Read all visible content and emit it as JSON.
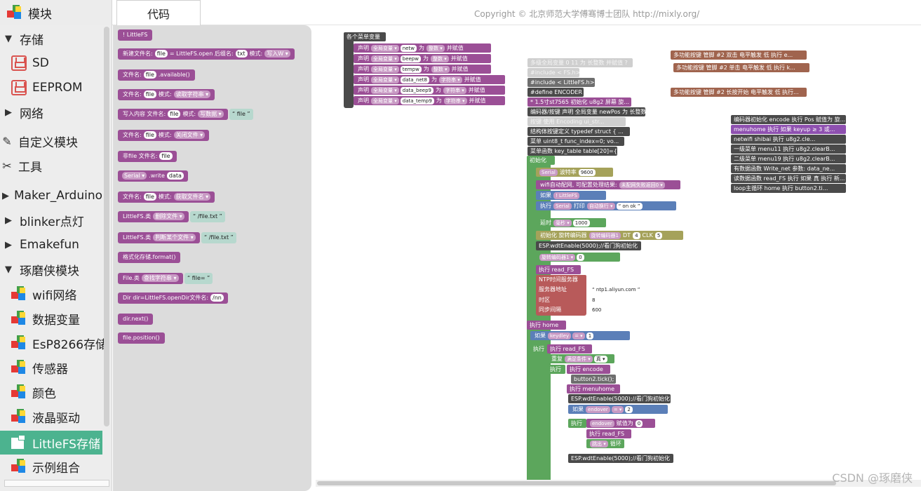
{
  "header": {
    "modules_title": "模块",
    "code_tab": "代码",
    "copyright": "Copyright © 北京师范大学傅骞博士团队 http://mixly.org/"
  },
  "sidebar": {
    "items": [
      {
        "label": "存储",
        "kind": "expanded",
        "icon": "chevron-down-icon"
      },
      {
        "label": "SD",
        "kind": "child",
        "icon": "save-icon"
      },
      {
        "label": "EEPROM",
        "kind": "child",
        "icon": "save-icon"
      },
      {
        "label": "网络",
        "kind": "collapsed",
        "icon": "chevron-right-icon"
      },
      {
        "label": "自定义模块",
        "kind": "tool",
        "icon": "ruler-pencil-icon"
      },
      {
        "label": "工具",
        "kind": "tool",
        "icon": "tools-icon"
      },
      {
        "label": "Maker_Arduino",
        "kind": "collapsed",
        "icon": "chevron-right-icon"
      },
      {
        "label": "blinker点灯",
        "kind": "collapsed",
        "icon": "chevron-right-icon"
      },
      {
        "label": "Emakefun",
        "kind": "collapsed",
        "icon": "chevron-right-icon"
      },
      {
        "label": "琢磨侠模块",
        "kind": "expanded",
        "icon": "chevron-down-icon"
      },
      {
        "label": "wifi网络",
        "kind": "child",
        "icon": "blocks-icon"
      },
      {
        "label": "数据变量",
        "kind": "child",
        "icon": "blocks-icon"
      },
      {
        "label": "EsP8266存储",
        "kind": "child",
        "icon": "blocks-icon"
      },
      {
        "label": "传感器",
        "kind": "child",
        "icon": "blocks-icon"
      },
      {
        "label": "颜色",
        "kind": "child",
        "icon": "blocks-icon"
      },
      {
        "label": "液晶驱动",
        "kind": "child",
        "icon": "blocks-icon"
      },
      {
        "label": "LittleFS存储",
        "kind": "selected",
        "icon": "blocks-icon"
      },
      {
        "label": "示例组合",
        "kind": "child",
        "icon": "blocks-icon"
      }
    ]
  },
  "flyout": {
    "blocks": [
      {
        "parts": [
          "! LittleFS"
        ]
      },
      {
        "parts": [
          "新建文件名:",
          "[file]",
          "= LittleFS.open 后缀名:",
          "[txt]",
          "模式:",
          "{写入W ▾}"
        ]
      },
      {
        "parts": [
          "文件名:",
          "[file]",
          ".available()"
        ]
      },
      {
        "parts": [
          "文件名:",
          "[file]",
          "模式:",
          "{读取字符串 ▾}"
        ]
      },
      {
        "parts": [
          "写入内容 文件名:",
          "[file]",
          "模式:",
          "{写数据 ▾}"
        ],
        "string": "“ file ”"
      },
      {
        "parts": [
          "文件名:",
          "[file]",
          "模式:",
          "{关闭文件 ▾}"
        ]
      },
      {
        "parts": [
          "非file 文件名:",
          "[file]"
        ]
      },
      {
        "parts": [
          "{Serial ▾}",
          ".write",
          "[data]"
        ]
      },
      {
        "parts": [
          "文件名:",
          "[file]",
          "模式:",
          "{获取文件名 ▾}"
        ]
      },
      {
        "parts": [
          "LittleFS.类",
          "{删除文件 ▾}"
        ],
        "string": "“ /file.txt ”"
      },
      {
        "parts": [
          "LittleFS.类",
          "{判断某个文件 ▾}"
        ],
        "string": "“ /file.txt ”"
      },
      {
        "parts": [
          "格式化存储.format()"
        ]
      },
      {
        "parts": [
          "File.类",
          "{查找字符串 ▾}"
        ],
        "string": "“ file= ”"
      },
      {
        "parts": [
          "Dir dir=LittleFS.openDir文件名:",
          "[/nn]"
        ]
      },
      {
        "parts": [
          "dir.next()"
        ]
      },
      {
        "parts": [
          "file.position()"
        ]
      }
    ]
  },
  "workspace": {
    "var_group": {
      "title": "各个菜单变量",
      "rows": [
        [
          "声明",
          "全局变量 ▾",
          "netw",
          "为",
          "整数 ▾",
          "并赋值"
        ],
        [
          "声明",
          "全局变量 ▾",
          "beepw",
          "为",
          "整数 ▾",
          "并赋值"
        ],
        [
          "声明",
          "全局变量 ▾",
          "tempw",
          "为",
          "整数 ▾",
          "并赋值"
        ],
        [
          "声明",
          "全局变量 ▾",
          "data_net8",
          "为",
          "字符串 ▾",
          "并赋值"
        ],
        [
          "声明",
          "全局变量 ▾",
          "data_beep9",
          "为",
          "字符串 ▾",
          "并赋值"
        ],
        [
          "声明",
          "全局变量 ▾",
          "data_temp9",
          "为",
          "字符串 ▾",
          "并赋值"
        ]
      ]
    },
    "right_brown": [
      "多功能按键 管脚 #2 双击 电平触发 低 执行 e...",
      "多功能按键 管脚 #2 单击 电平触发 低 执行 k...",
      "多功能按键 管脚 #2 长按开始 电平触发 低 执行..."
    ],
    "right_dark": [
      "编码器初始化 encode 执行 Pos 赋值为 旋...",
      "menuhome 执行 如果 keyup ≥ 3 或...",
      "netwifi shibai 执行 u8g2.cle...",
      "一级菜单 menu11 执行 u8g2.clearB...",
      "二级菜单 menu19 执行 u8g2.clearB...",
      "有数据函数 Write_net 参数: data_ne...",
      "读数据函数 read_FS 执行 如果 真 执行 新...",
      "loop主循环 home 执行 button2.ti..."
    ],
    "center_top": [
      "多级全局变量 0 11 为 长整数 并赋值 ?",
      "#include < FS.h>",
      "#include < LittleFS.h>",
      "#define ENCODER",
      "* 1.5寸st7565 初始化 u8g2 屏幕 旋...",
      "编码器/按键 声明 全局变量 newPos 为 长整数...",
      "按键 使用 Encoding ui_str...",
      "结构体按键定义 typedef struct {  ...",
      "菜单 uint8_t func_index=0; vo...",
      "菜单函数 key_table table[20]={..."
    ],
    "init": {
      "title": "初始化",
      "serial": "Serial",
      "baud_label": "波特率",
      "baud": "9600",
      "wifi_label": "wifi自动配网, 可配置处理结果:",
      "wifi_opt": "未配网失败返回0 ▾",
      "if_label": "如果",
      "not_littlefs": "! LittleFS",
      "exec": "执行",
      "print": "打印",
      "newline": "自动换行 ▾",
      "on_ok": "“ on ok ”",
      "delay": "延时",
      "ms": "毫秒 ▾",
      "delay_val": "1000",
      "enc_init": "初始化  旋转编码器",
      "enc_name": "旋转编码器1",
      "dt": "DT",
      "dt_pin": "4",
      "clk": "CLK",
      "clk_pin": "5",
      "wdt": "ESP.wdtEnable(5000);//看门狗初始化",
      "enc_assign": "旋转编码器1 ▾",
      "enc_val": "0",
      "exec_read": "执行  read_FS",
      "ntp_title": "NTP时间服务器",
      "ntp_server_label": "服务器地址",
      "ntp_server": "“ ntp1.aliyun.com ”",
      "tz_label": "时区",
      "tz": "8",
      "sync_label": "同步间隔",
      "sync": "600"
    },
    "loop": {
      "exec_home": "执行  home",
      "if_label": "如果",
      "keydley": "keydley",
      "eq": "= ▾",
      "one": "1",
      "exec": "执行",
      "exec_read": "执行  read_FS",
      "repeat": "重复",
      "cond": "满足条件 ▾",
      "true_val": "真 ▾",
      "exec_encode": "执行  encode",
      "tick": "button2.tick();",
      "exec_menuhome": "执行  menuhome",
      "wdt": "ESP.wdtEnable(5000);//看门狗初始化",
      "endover": "endover",
      "two": "2",
      "assign": "赋值为",
      "zero": "0",
      "exec_read2": "执行  read_FS",
      "break": "跳出 ▾",
      "loop_word": "循环",
      "wdt2": "ESP.wdtEnable(5000);//看门狗初始化"
    },
    "watermark": "CSDN @琢磨侠"
  }
}
